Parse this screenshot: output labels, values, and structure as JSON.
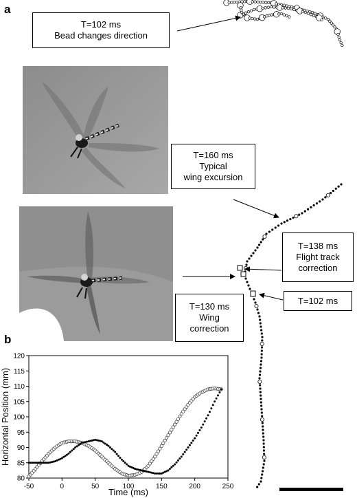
{
  "figure": {
    "panel_a_label": "a",
    "panel_b_label": "b"
  },
  "callouts": {
    "bead_direction": {
      "line1": "T=102 ms",
      "line2": "Bead changes direction"
    },
    "typical_wing": {
      "line1": "T=160 ms",
      "line2": "Typical",
      "line3": "wing excursion"
    },
    "flight_track": {
      "line1": "T=138 ms",
      "line2": "Flight track",
      "line3": "correction"
    },
    "wing_correction": {
      "line1": "T=130 ms",
      "line2": "Wing",
      "line3": "correction"
    },
    "t102": {
      "line1": "T=102 ms"
    }
  },
  "images": {
    "photo_top": {
      "subject": "dragonfly in flight, wings spread (T=160 ms)"
    },
    "photo_bottom": {
      "subject": "dragonfly in flight, wing correction (T=130 ms)"
    }
  },
  "chart_data": {
    "type": "scatter",
    "xlabel": "Time (ms)",
    "ylabel": "Horizontal Position (mm)",
    "xlim": [
      -50,
      250
    ],
    "ylim": [
      80,
      120
    ],
    "xticks": [
      "-50",
      "0",
      "50",
      "100",
      "150",
      "200",
      "250"
    ],
    "yticks": [
      "80",
      "85",
      "90",
      "95",
      "100",
      "105",
      "110",
      "115",
      "120"
    ],
    "series": [
      {
        "marker": "open-circle",
        "x": [
          -50,
          -40,
          -30,
          -20,
          -10,
          0,
          10,
          20,
          30,
          40,
          50,
          60,
          70,
          80,
          90,
          100,
          110,
          120,
          130,
          140,
          150,
          160,
          170,
          180,
          190,
          200,
          210,
          220,
          230,
          240
        ],
        "y": [
          80.5,
          83,
          85.5,
          88,
          90,
          91.5,
          92,
          92,
          91.5,
          90.5,
          89,
          87,
          85,
          83,
          81.5,
          80.8,
          81,
          82,
          84,
          87,
          90.5,
          94,
          97.5,
          101,
          104,
          106.5,
          108,
          109,
          109.3,
          109
        ]
      },
      {
        "marker": "filled-dot",
        "x": [
          -50,
          -40,
          -30,
          -20,
          -10,
          0,
          10,
          20,
          30,
          40,
          50,
          60,
          70,
          80,
          90,
          100,
          110,
          120,
          130,
          140,
          150,
          160,
          170,
          180,
          190,
          200,
          210,
          220,
          230,
          240
        ],
        "y": [
          85,
          85,
          85,
          85,
          85.5,
          86.5,
          88,
          90,
          91.5,
          92,
          92.5,
          92,
          90.5,
          88.5,
          86,
          84,
          83,
          82.5,
          82,
          81.5,
          81.5,
          82.5,
          84.5,
          87,
          90,
          93,
          96.5,
          100.5,
          105,
          109
        ]
      }
    ]
  },
  "scale_bar": {
    "present": true
  }
}
